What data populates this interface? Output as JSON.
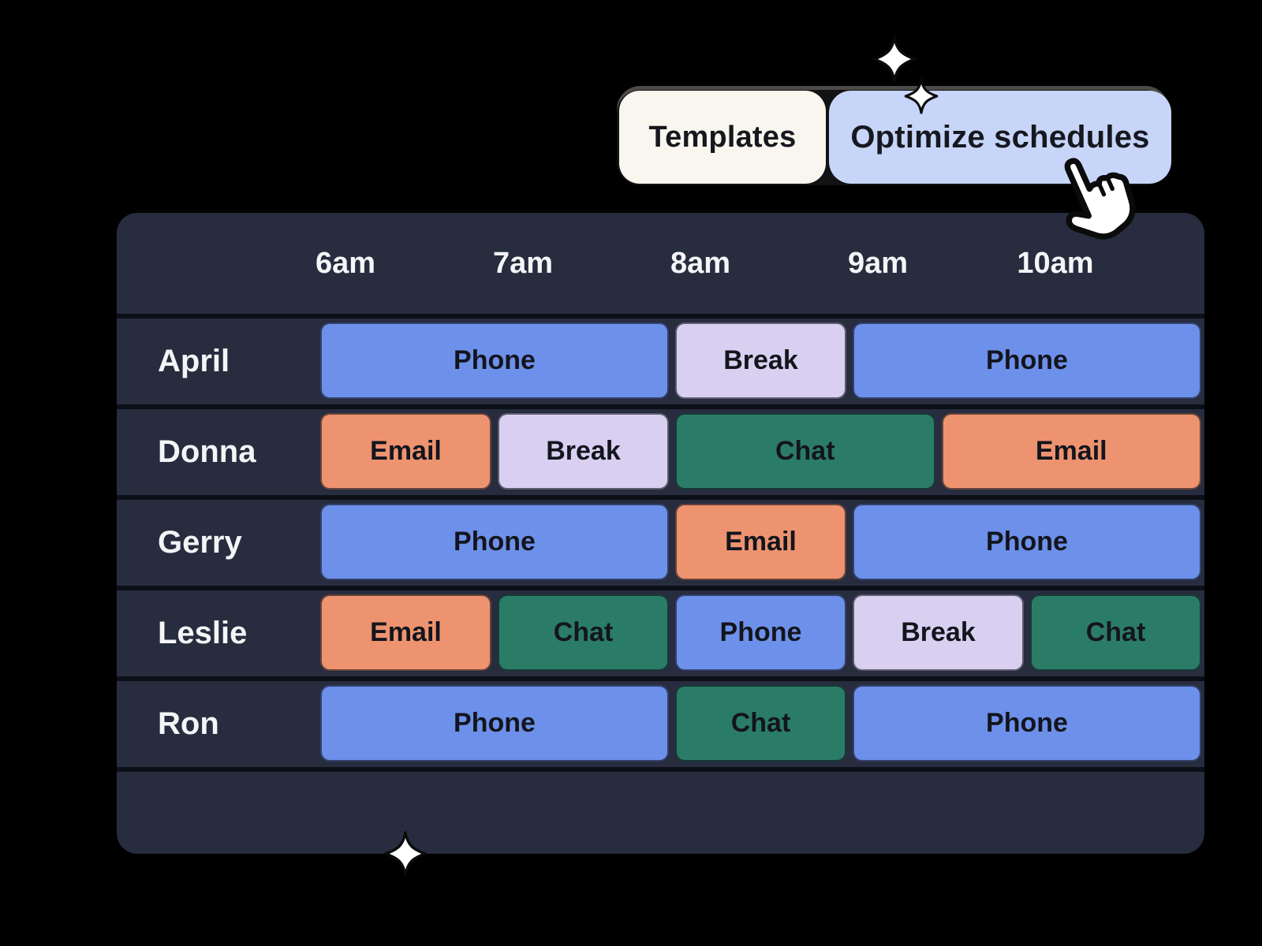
{
  "toolbar": {
    "templates_label": "Templates",
    "optimize_label": "Optimize schedules"
  },
  "schedule": {
    "times": [
      "6am",
      "7am",
      "8am",
      "9am",
      "10am"
    ],
    "rows": [
      {
        "name": "April",
        "blocks": [
          {
            "label": "Phone",
            "type": "phone",
            "start": 0,
            "span": 2
          },
          {
            "label": "Break",
            "type": "break",
            "start": 2,
            "span": 1
          },
          {
            "label": "Phone",
            "type": "phone",
            "start": 3,
            "span": 2
          }
        ]
      },
      {
        "name": "Donna",
        "blocks": [
          {
            "label": "Email",
            "type": "email",
            "start": 0,
            "span": 1
          },
          {
            "label": "Break",
            "type": "break",
            "start": 1,
            "span": 1
          },
          {
            "label": "Chat",
            "type": "chat",
            "start": 2,
            "span": 1.5
          },
          {
            "label": "Email",
            "type": "email",
            "start": 3.5,
            "span": 1.5
          }
        ]
      },
      {
        "name": "Gerry",
        "blocks": [
          {
            "label": "Phone",
            "type": "phone",
            "start": 0,
            "span": 2
          },
          {
            "label": "Email",
            "type": "email",
            "start": 2,
            "span": 1
          },
          {
            "label": "Phone",
            "type": "phone",
            "start": 3,
            "span": 2
          }
        ]
      },
      {
        "name": "Leslie",
        "blocks": [
          {
            "label": "Email",
            "type": "email",
            "start": 0,
            "span": 1
          },
          {
            "label": "Chat",
            "type": "chat",
            "start": 1,
            "span": 1
          },
          {
            "label": "Phone",
            "type": "phone",
            "start": 2,
            "span": 1
          },
          {
            "label": "Break",
            "type": "break",
            "start": 3,
            "span": 1
          },
          {
            "label": "Chat",
            "type": "chat",
            "start": 4,
            "span": 1
          }
        ]
      },
      {
        "name": "Ron",
        "blocks": [
          {
            "label": "Phone",
            "type": "phone",
            "start": 0,
            "span": 2
          },
          {
            "label": "Chat",
            "type": "chat",
            "start": 2,
            "span": 1
          },
          {
            "label": "Phone",
            "type": "phone",
            "start": 3,
            "span": 2
          }
        ]
      }
    ]
  },
  "colors": {
    "phone": "#6d90ea",
    "break": "#d9d0f1",
    "email": "#ee9370",
    "chat": "#2b7c67",
    "table_bg": "#272c3e",
    "row_divider": "#0d0f17",
    "templates_bg": "#f8f6ee",
    "optimize_bg": "#c7d5f8",
    "text_light": "#f4f5f7",
    "text_dark": "#13151d"
  },
  "icons": {
    "sparkle_large": "sparkle",
    "sparkle_small": "sparkle",
    "sparkle_bottom": "sparkle",
    "cursor": "hand-pointer"
  }
}
